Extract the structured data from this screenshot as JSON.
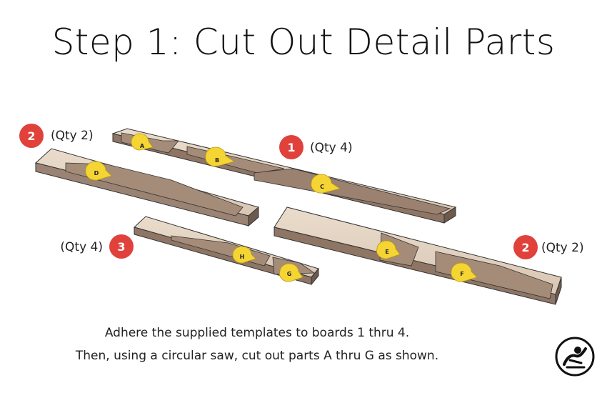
{
  "title": "Step 1: Cut Out Detail Parts",
  "boards": [
    {
      "number": "1",
      "qty": "(Qty 4)"
    },
    {
      "number": "2",
      "qty": "(Qty 2)"
    },
    {
      "number": "3",
      "qty": "(Qty 4)"
    },
    {
      "number": "2",
      "qty": "(Qty 2)"
    }
  ],
  "parts": [
    "A",
    "B",
    "C",
    "D",
    "E",
    "F",
    "G",
    "H"
  ],
  "instructions": {
    "line1": "Adhere the supplied templates to boards 1 thru 4.",
    "line2": "Then, using a circular saw, cut out parts A thru G as shown."
  },
  "colors": {
    "badge": "#e0413a",
    "tag": "#f5d533",
    "board_light": "#e8d9c8",
    "board_dark": "#a58c79"
  }
}
